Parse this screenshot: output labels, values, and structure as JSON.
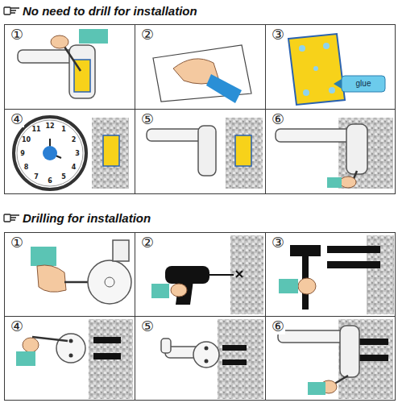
{
  "diagram": {
    "nodes": [
      {
        "text": [
          "①"
        ]
      },
      {
        "text": [
          "②"
        ]
      },
      {
        "text": [
          "③"
        ]
      },
      {
        "text": [
          "④"
        ]
      },
      {
        "text": [
          "⑤"
        ]
      },
      {
        "text": [
          "⑥"
        ]
      },
      {
        "text": [
          "①"
        ]
      },
      {
        "text": [
          "②"
        ]
      },
      {
        "text": [
          "③"
        ]
      },
      {
        "text": [
          "④"
        ]
      },
      {
        "text": [
          "⑤"
        ]
      },
      {
        "text": [
          "⑥"
        ]
      }
    ],
    "labels": [
      "No need to drill for installation",
      "Drilling for installation",
      "glue",
      "12",
      "1",
      "2",
      "3",
      "4",
      "5",
      "6",
      "7",
      "8",
      "9",
      "10",
      "11"
    ]
  }
}
